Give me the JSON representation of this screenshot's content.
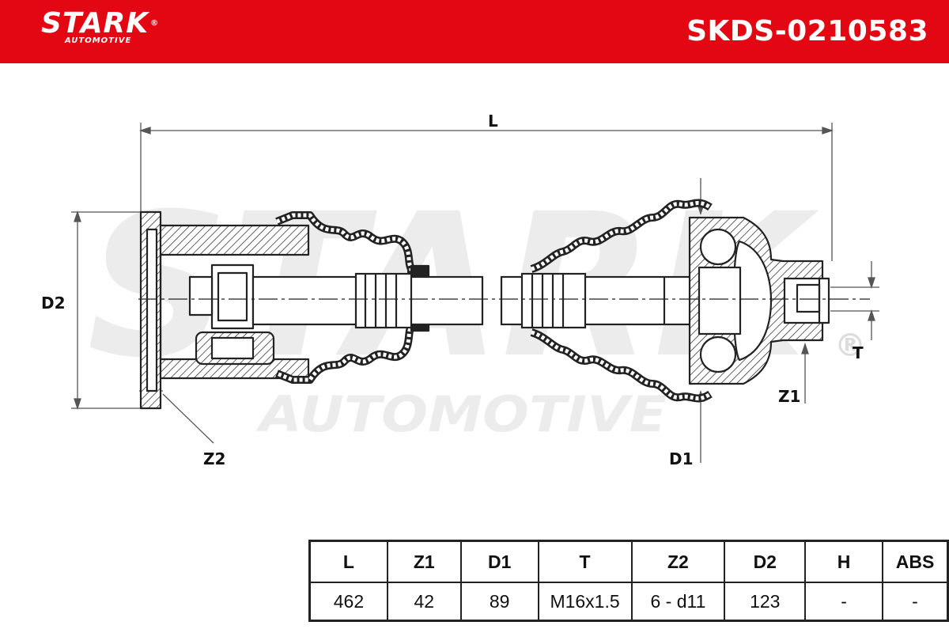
{
  "header": {
    "logo_text": "STARK",
    "logo_reg": "®",
    "logo_sub": "AUTOMOTIVE",
    "part_number": "SKDS-0210583",
    "bg_color": "#e30613"
  },
  "watermark": {
    "main": "STARK",
    "sub": "AUTOMOTIVE",
    "reg": "®"
  },
  "dimensions": {
    "L": "L",
    "D2": "D2",
    "Z2": "Z2",
    "D1": "D1",
    "Z1": "Z1",
    "T": "T"
  },
  "spec_table": {
    "headers": [
      "L",
      "Z1",
      "D1",
      "T",
      "Z2",
      "D2",
      "H",
      "ABS"
    ],
    "values": [
      "462",
      "42",
      "89",
      "M16x1.5",
      "6 - d11",
      "123",
      "-",
      "-"
    ]
  }
}
